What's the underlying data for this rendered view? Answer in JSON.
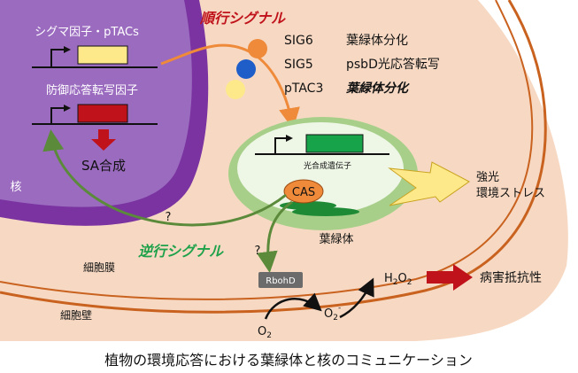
{
  "retrograde_label": "順行シグナル",
  "anterograde_label": "逆行シグナル",
  "nucleus": {
    "label": "核",
    "sig_factor_label": "シグマ因子・pTACs",
    "defense_tf_label": "防御応答転写因子",
    "sa_label": "SA合成"
  },
  "signals": [
    {
      "left": "SIG6",
      "right": "葉緑体分化"
    },
    {
      "left": "SIG5",
      "right": "psbD光応答転写"
    },
    {
      "left": "pTAC3",
      "right": "葉緑体分化"
    }
  ],
  "chloroplast": {
    "gene_label": "光合成遺伝子",
    "cas_label": "CAS",
    "label": "葉緑体"
  },
  "stress_label_1": "強光",
  "stress_label_2": "環境ストレス",
  "question_1": "?",
  "question_2": "?",
  "membrane_label": "細胞膜",
  "wall_label": "細胞壁",
  "rbohd_label": "RbohD",
  "o2_label": "O",
  "o2_sub": "2",
  "o2m_label": "O",
  "o2m_sub": "2",
  "o2m_sup": "-",
  "h2o2_h": "H",
  "h2o2_sub1": "2",
  "h2o2_o": "O",
  "h2o2_sub2": "2",
  "resistance_label": "病害抵抗性",
  "caption": "植物の環境応答における葉緑体と核のコミュニケーション",
  "colors": {
    "cell_fill": "#f7d9c3",
    "wall": "#c9621f",
    "nucleus_rim": "#7a33a0",
    "nucleus_fill": "#9b6bbf",
    "chloroplast_rim": "#a8cf8a",
    "chloroplast_fill": "#eef6e6",
    "gene_yellow": "#fde98a",
    "gene_red": "#c0121b",
    "gene_green": "#16a34a",
    "arrow_orange": "#ee8a3a",
    "arrow_green": "#5a8a3a",
    "retro_text": "#c0121b",
    "antero_text": "#1fa14a"
  }
}
